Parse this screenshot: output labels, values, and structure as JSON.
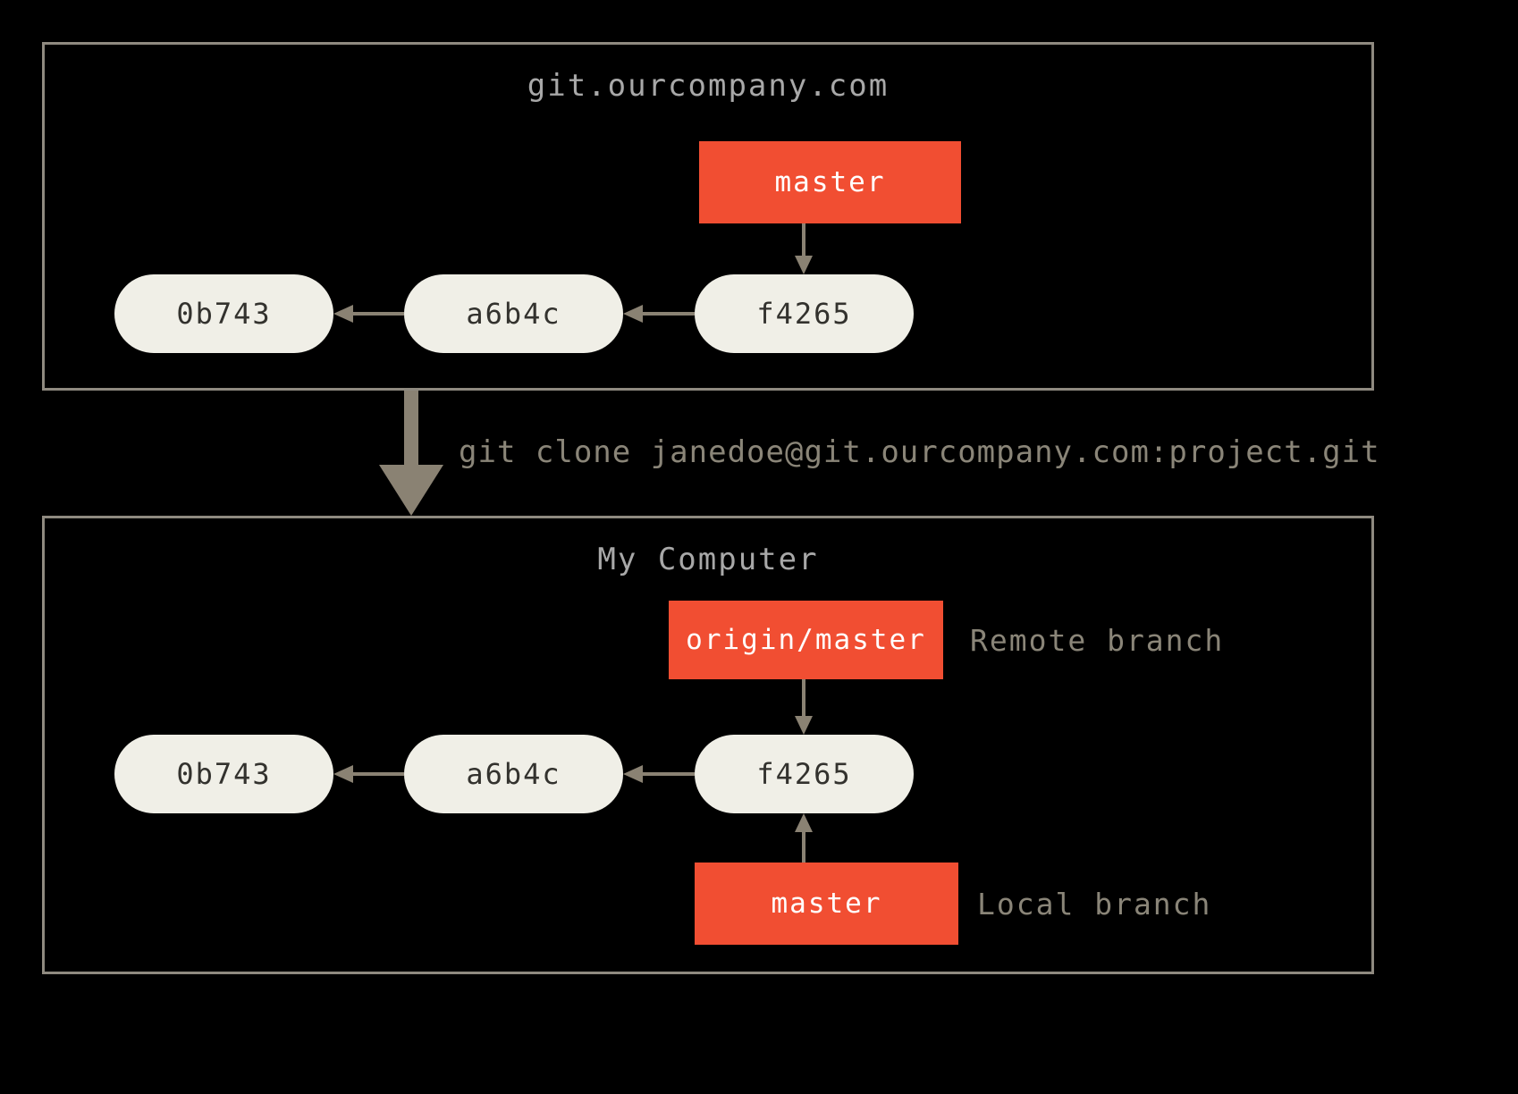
{
  "colors": {
    "background": "#000000",
    "box_border": "#8f8a80",
    "commit_fill": "#f0efe7",
    "commit_text": "#33322e",
    "branch_fill": "#f14e32",
    "branch_text": "#ffffff",
    "arrow": "#8a8273",
    "title_text": "#a8a8a8",
    "annotation_text": "#8a8578",
    "command_text": "#8a8578"
  },
  "remote": {
    "title": "git.ourcompany.com",
    "branch_label": "master",
    "commits": [
      "0b743",
      "a6b4c",
      "f4265"
    ]
  },
  "clone_command": "git clone janedoe@git.ourcompany.com:project.git",
  "local": {
    "title": "My Computer",
    "remote_branch_label": "origin/master",
    "remote_branch_annotation": "Remote branch",
    "local_branch_label": "master",
    "local_branch_annotation": "Local branch",
    "commits": [
      "0b743",
      "a6b4c",
      "f4265"
    ]
  }
}
